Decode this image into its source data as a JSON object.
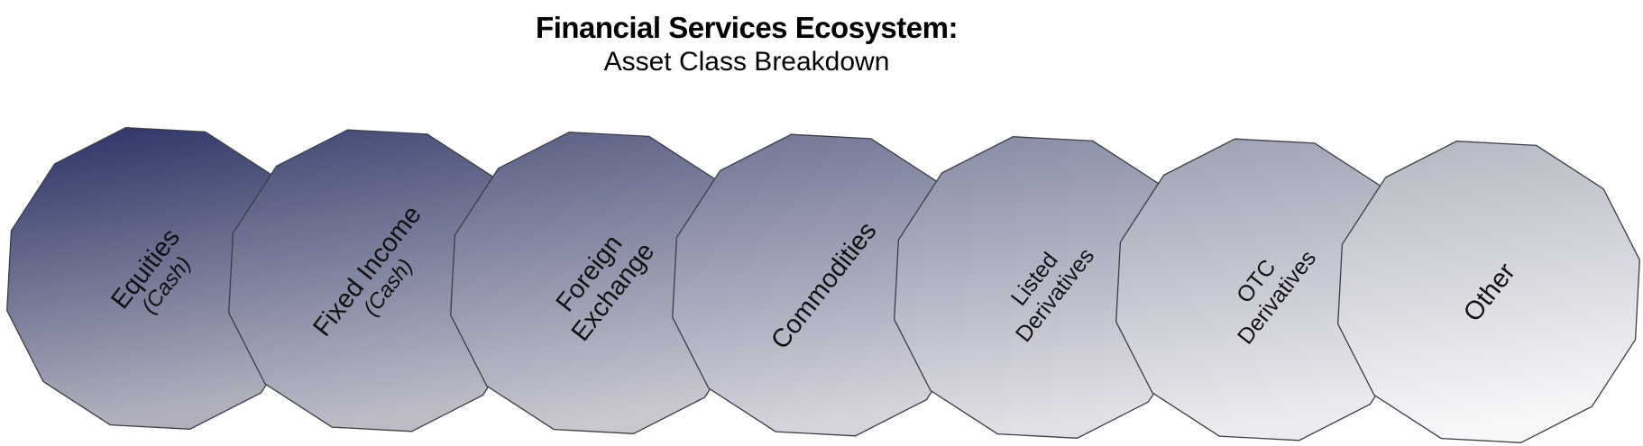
{
  "title": {
    "line1": "Financial Services Ecosystem:",
    "line2": "Asset Class Breakdown"
  },
  "diagram": {
    "shape_type": "dodecagon-node",
    "stroke_color": "#3d3d45",
    "text_color": "#111111",
    "text_rotation_deg": -52,
    "nodes": [
      {
        "id": "equities-cash",
        "lines": [
          "Equities"
        ],
        "sub": "(Cash)",
        "top_color": "#2a3164",
        "bottom_color": "#b0b0bd",
        "font_size": 29,
        "sub_font_size": 24
      },
      {
        "id": "fixed-income-cash",
        "lines": [
          "Fixed Income"
        ],
        "sub": "(Cash)",
        "top_color": "#414774",
        "bottom_color": "#bcbcc7",
        "font_size": 29,
        "sub_font_size": 24
      },
      {
        "id": "foreign-exchange",
        "lines": [
          "Foreign",
          "Exchange"
        ],
        "sub": null,
        "top_color": "#585d83",
        "bottom_color": "#c8c8d1",
        "font_size": 29,
        "sub_font_size": 24
      },
      {
        "id": "commodities",
        "lines": [
          "Commodities"
        ],
        "sub": null,
        "top_color": "#6f7393",
        "bottom_color": "#d4d4dc",
        "font_size": 29,
        "sub_font_size": 24
      },
      {
        "id": "listed-derivatives",
        "lines": [
          "Listed",
          "Derivatives"
        ],
        "sub": null,
        "top_color": "#8589a2",
        "bottom_color": "#e0e0e6",
        "font_size": 25,
        "sub_font_size": 22
      },
      {
        "id": "otc-derivatives",
        "lines": [
          "OTC",
          "Derivatives"
        ],
        "sub": null,
        "top_color": "#9c9fb2",
        "bottom_color": "#ececf0",
        "font_size": 25,
        "sub_font_size": 22
      },
      {
        "id": "other",
        "lines": [
          "Other"
        ],
        "sub": null,
        "top_color": "#b3b5c1",
        "bottom_color": "#f8f8fa",
        "font_size": 29,
        "sub_font_size": 24
      }
    ]
  }
}
